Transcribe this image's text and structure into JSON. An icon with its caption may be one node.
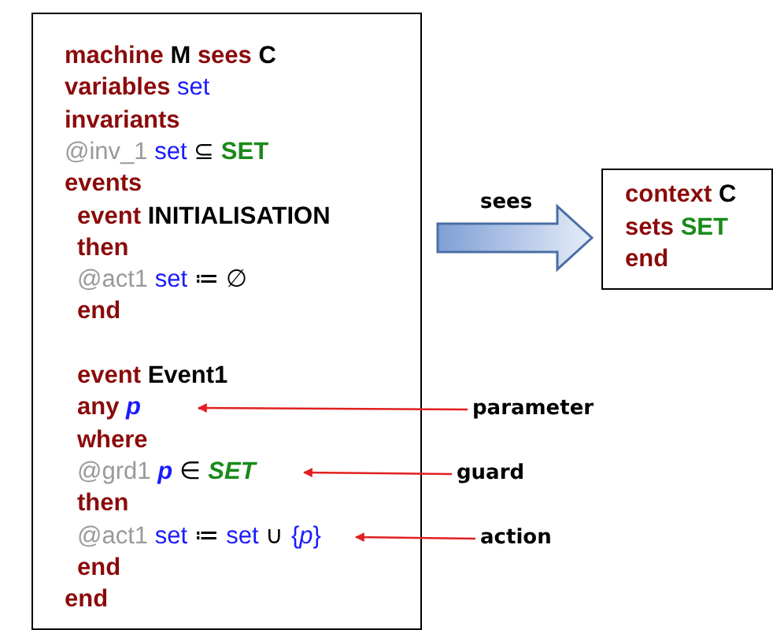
{
  "diagram": {
    "nodes": [
      {
        "text": [
          "machine M sees C",
          "variables set",
          "invariants",
          "@inv_1 set ⊆ SET",
          "events",
          "event INITIALISATION",
          "then",
          "@act1 set ≔ ∅",
          "end",
          "event Event1",
          "any *p*",
          "where",
          "@grd1 *p* ∈ *SET*",
          "then",
          "@act1 set ≔  set ∪ {*p*}",
          "end",
          "end"
        ]
      },
      {
        "text": [
          "context C",
          "sets SET",
          "end"
        ]
      },
      {
        "text": [
          "parameter"
        ]
      },
      {
        "text": [
          "guard"
        ]
      },
      {
        "text": [
          "action"
        ]
      }
    ],
    "edges": [
      {
        "from": 0,
        "to": 1,
        "arrow": "to",
        "label": "sees",
        "style": "thick"
      },
      {
        "from": 2,
        "to": 0,
        "arrow": "to",
        "color": "#e02020"
      },
      {
        "from": 3,
        "to": 0,
        "arrow": "to",
        "color": "#e02020"
      },
      {
        "from": 4,
        "to": 0,
        "arrow": "to",
        "color": "#e02020"
      }
    ]
  }
}
